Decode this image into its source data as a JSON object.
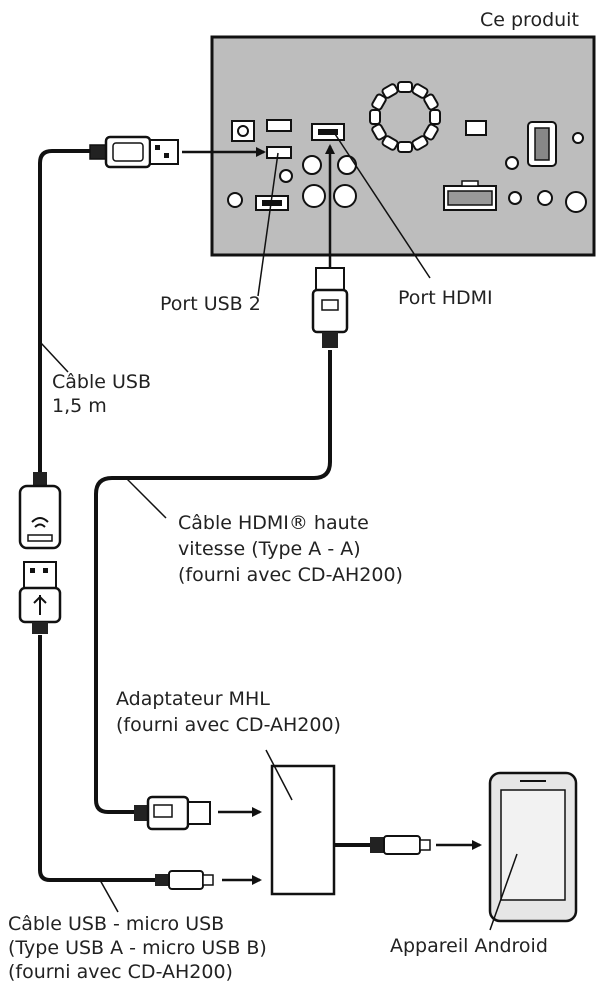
{
  "labels": {
    "product": "Ce produit",
    "port_usb": "Port USB 2",
    "port_hdmi": "Port HDMI",
    "usb_cable": [
      "Câble USB",
      "1,5 m"
    ],
    "hdmi_cable": [
      "Câble HDMI® haute",
      "vitesse (Type A - A)",
      "(fourni avec CD-AH200)"
    ],
    "mhl_adapter": [
      "Adaptateur MHL",
      "(fourni avec CD-AH200)"
    ],
    "usb_micro_cable": [
      "Câble USB - micro USB",
      "(Type USB A - micro USB B)",
      "(fourni avec CD-AH200)"
    ],
    "android_device": "Appareil Android"
  }
}
